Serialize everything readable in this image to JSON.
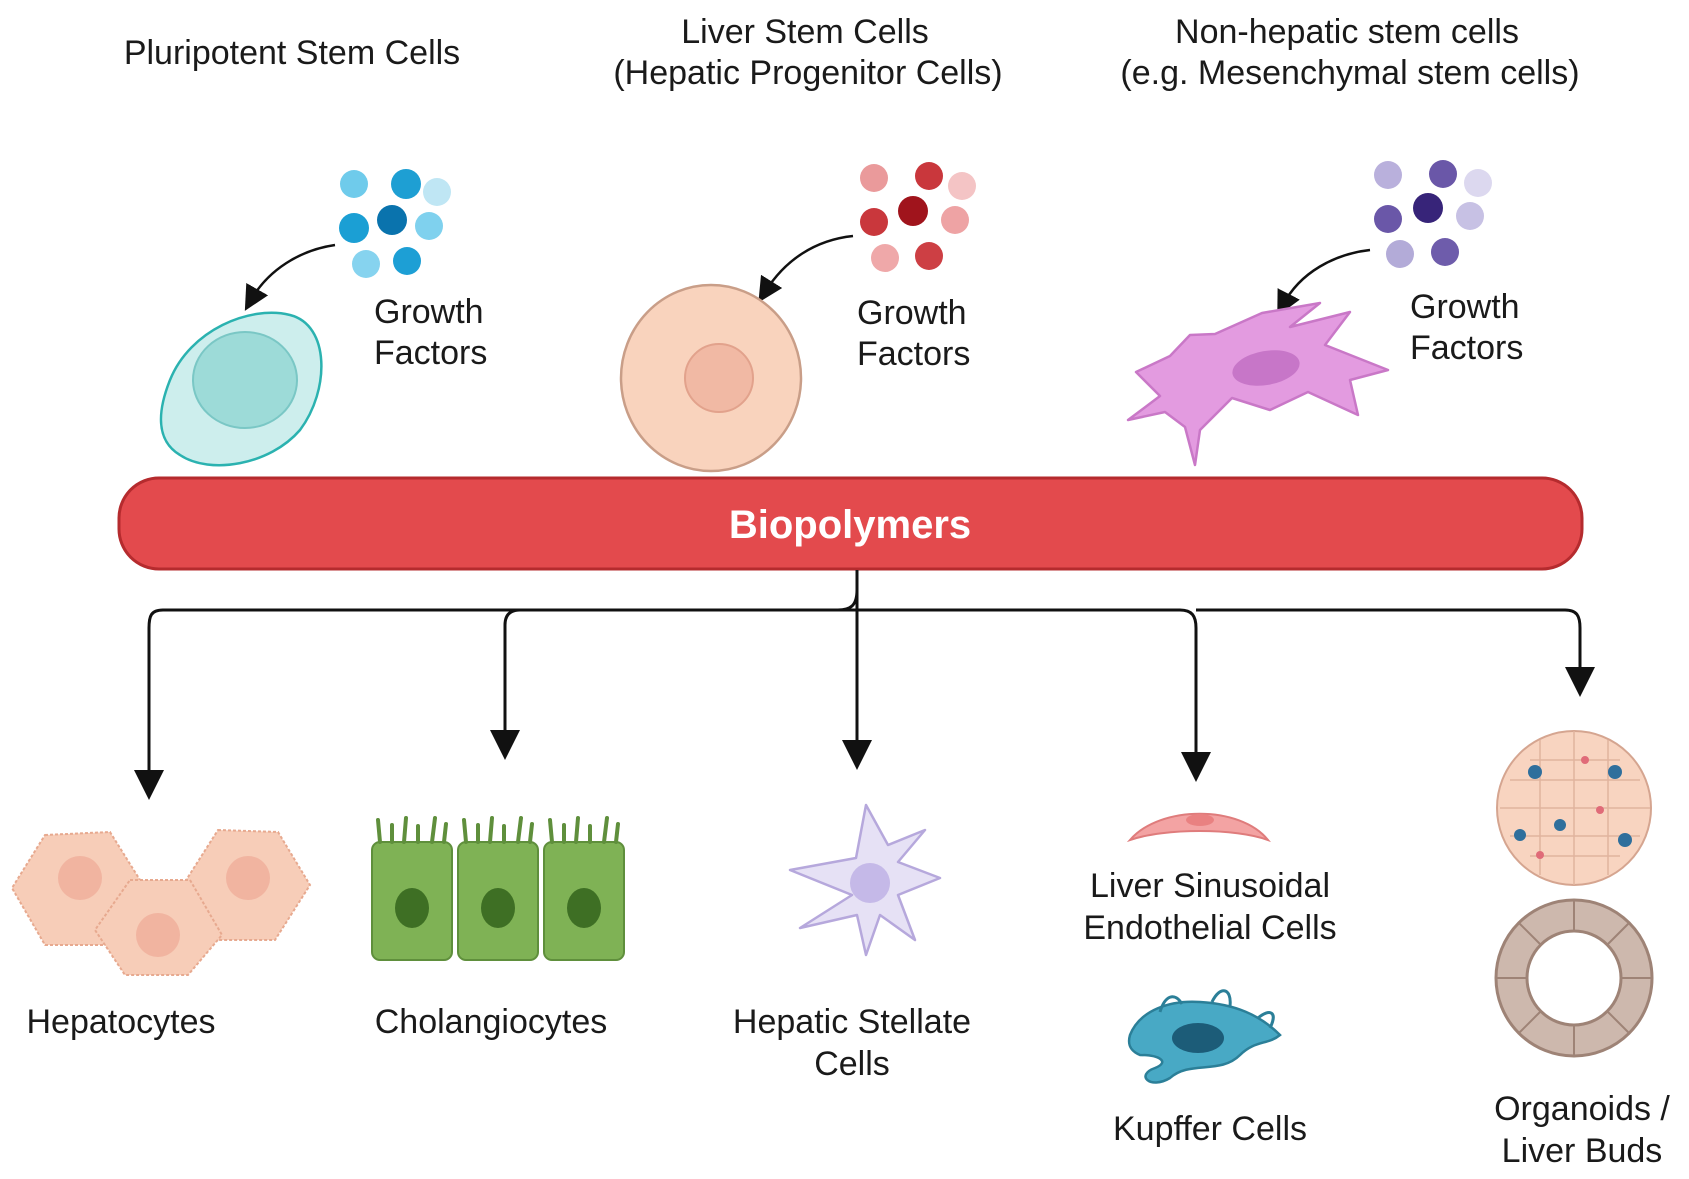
{
  "sources": {
    "pluripotent": {
      "title_line1": "Pluripotent Stem Cells"
    },
    "liver_stem": {
      "title_line1": "Liver Stem Cells",
      "title_line2": "(Hepatic Progenitor Cells)"
    },
    "non_hepatic": {
      "title_line1": "Non-hepatic stem cells",
      "title_line2": "(e.g. Mesenchymal stem cells)"
    }
  },
  "growth_factors": {
    "line1": "Growth",
    "line2": "Factors"
  },
  "biopolymers": {
    "label": "Biopolymers"
  },
  "outputs": {
    "hepatocytes": {
      "line1": "Hepatocytes"
    },
    "cholangiocytes": {
      "line1": "Cholangiocytes"
    },
    "stellate": {
      "line1": "Hepatic Stellate",
      "line2": "Cells"
    },
    "lsec": {
      "line1": "Liver Sinusoidal",
      "line2": "Endothelial Cells"
    },
    "kupffer": {
      "line1": "Kupffer Cells"
    },
    "organoids": {
      "line1": "Organoids /",
      "line2": "Liver Buds"
    }
  },
  "colors": {
    "bar_fill": "#e34a4d",
    "bar_stroke": "#b52b2e",
    "pluripotent_factor": "#29a9d8",
    "liver_factor": "#c9373c",
    "non_hepatic_factor": "#6a57a8",
    "hepatocyte": "#f7cdb8",
    "cholangiocyte": "#7fb255",
    "stellate": "#e6e1f5",
    "lsec": "#f3a3a3",
    "kupffer": "#48a9c5"
  }
}
